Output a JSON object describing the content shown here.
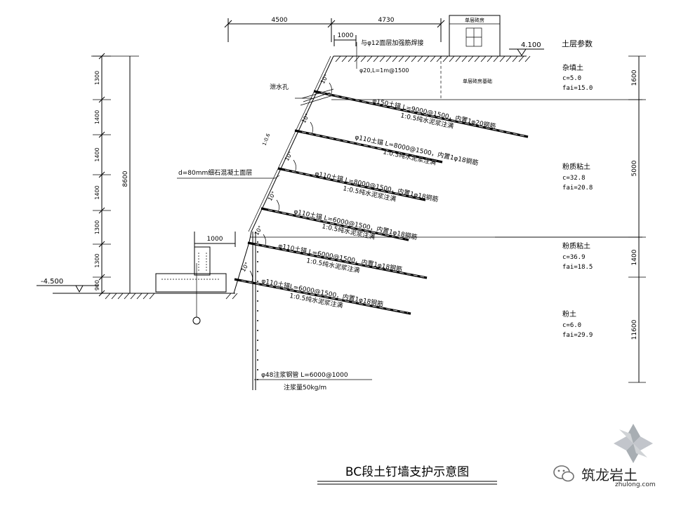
{
  "title": "BC段土钉墙支护示意图",
  "watermark": {
    "brand": "筑龙岩土",
    "site": "zhulong.com"
  },
  "dims_top": [
    "4500",
    "4730",
    "1000"
  ],
  "dims_left": [
    "1300",
    "1400",
    "1400",
    "1400",
    "1300",
    "1300",
    "900"
  ],
  "dim_left_total": "8600",
  "dim_footing": "1000",
  "level_top": "4.100",
  "level_bottom": "-4.500",
  "note_top": "与φ12面层加强筋焊接",
  "note_top_sub": "φ20,L=1m@1500",
  "building_label": "单层砖房",
  "building_foundation": "单层砖房基础",
  "drain_label": "泄水孔",
  "facing_label": "d=80mm细石混凝土面层",
  "slope_ratio": "1:0.6",
  "angle_label": "10°",
  "anchors": [
    {
      "spec": "φ150土锚 L=9000@1500，内置1φ20钢筋",
      "grout": "1:0.5纯水泥浆注满"
    },
    {
      "spec": "φ110土锚 L=8000@1500，内置1φ18钢筋",
      "grout": "1:0.5纯水泥浆注满"
    },
    {
      "spec": "φ110土锚 L=8000@1500，内置1φ18钢筋",
      "grout": "1:0.5纯水泥浆注满"
    },
    {
      "spec": "φ110土锚 L=6000@1500，内置1φ18钢筋",
      "grout": "1:0.5纯水泥浆注满"
    },
    {
      "spec": "φ110土锚 L=6000@1500，内置1φ18钢筋",
      "grout": "1:0.5纯水泥浆注满"
    },
    {
      "spec": "φ110土锚L=6000@1500，内置1φ18钢筋",
      "grout": "1:0.5纯水泥浆注满"
    }
  ],
  "pipe_label": "φ48注浆钢管 L=6000@1000",
  "pipe_grout": "注浆量50kg/m",
  "soil_header": "土层参数",
  "soil_layers": [
    {
      "name": "杂填土",
      "c": "c=5.0",
      "fai": "fai=15.0",
      "thickness": "1600"
    },
    {
      "name": "粉质粘土",
      "c": "c=32.8",
      "fai": "fai=20.8",
      "thickness": "5000"
    },
    {
      "name": "粉质粘土",
      "c": "c=36.9",
      "fai": "fai=18.5",
      "thickness": "1400"
    },
    {
      "name": "粉土",
      "c": "c=6.0",
      "fai": "fai=29.9",
      "thickness": "11600"
    }
  ]
}
